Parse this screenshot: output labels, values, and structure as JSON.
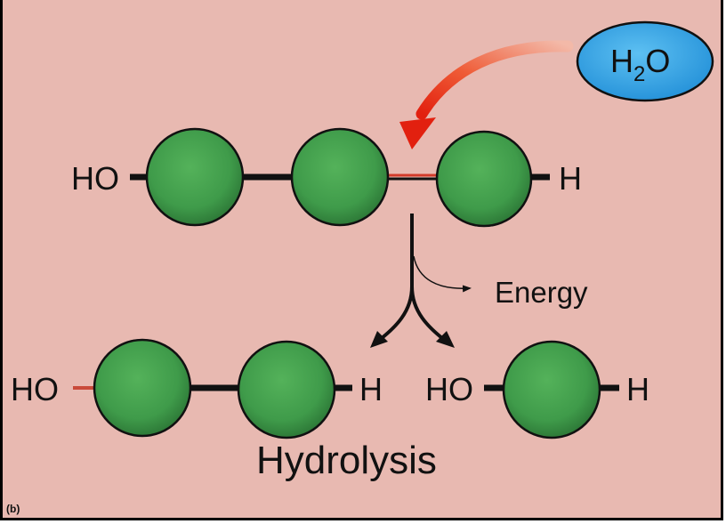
{
  "molecule": {
    "left_end": "HO",
    "right_end": "H"
  },
  "water": {
    "label_main": "H",
    "label_sub": "2",
    "label_tail": "O",
    "color": "#2f9ee0"
  },
  "energy_label": "Energy",
  "products": {
    "left_end_1": "HO",
    "right_end_1": "H",
    "left_end_2": "HO",
    "right_end_2": "H"
  },
  "title": "Hydrolysis",
  "panel_label": "(b)",
  "colors": {
    "background": "#e8b9b1",
    "monomer": "#3f9b4a",
    "arrow_red": "#e8341c",
    "bond": "#111111"
  }
}
